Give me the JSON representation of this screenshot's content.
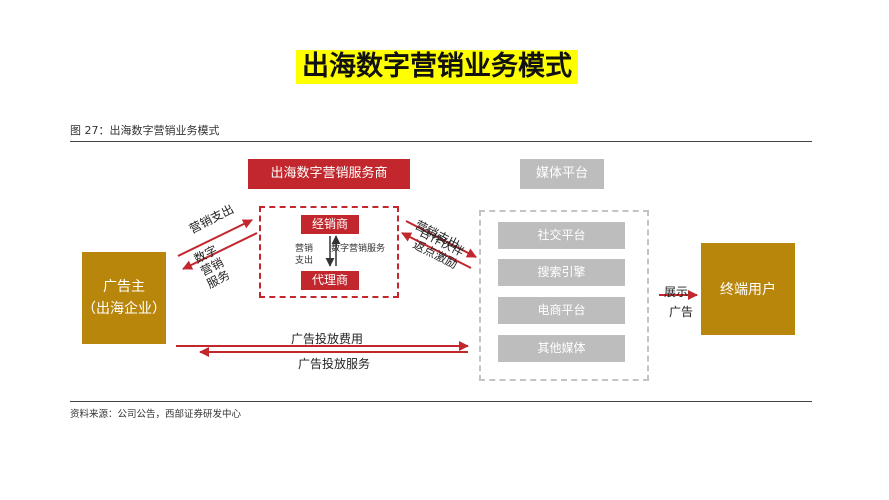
{
  "title": "出海数字营销业务模式",
  "figure_caption": "图 27：出海数字营销业务模式",
  "source": "资料来源：公司公告，西部证券研发中心",
  "service_provider": {
    "header": "出海数字营销服务商",
    "dealer": "经销商",
    "agent": "代理商",
    "marketing_expense_label": "营销支出",
    "digital_service_label": "数字营销服务"
  },
  "media_platform": {
    "header": "媒体平台",
    "items": [
      "社交平台",
      "搜索引擎",
      "电商平台",
      "其他媒体"
    ]
  },
  "advertiser": {
    "line1": "广告主",
    "line2": "（出海企业）"
  },
  "end_user": "终端用户",
  "flows": {
    "advertiser_to_provider": "营销支出",
    "provider_to_advertiser": "数字营销服务",
    "provider_to_media": "营销支出",
    "media_to_provider": "合作伙伴返点激励",
    "ad_fee": "广告投放费用",
    "ad_service": "广告投放服务",
    "display": "展示",
    "ad": "广告"
  },
  "colors": {
    "red": "#c1272d",
    "gold": "#b8860b",
    "grey": "#bdbdbd",
    "highlight": "#ffff00"
  }
}
